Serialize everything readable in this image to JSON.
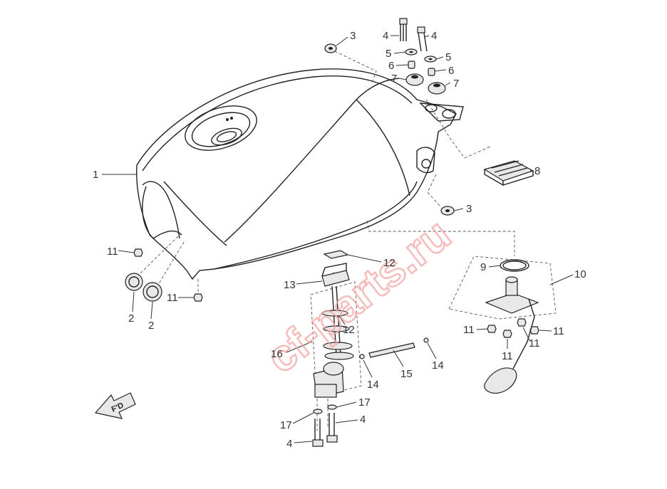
{
  "watermark": "cf-parts.ru",
  "direction_arrow": "F'D",
  "callouts": [
    {
      "id": "c1",
      "text": "1"
    },
    {
      "id": "c2a",
      "text": "2"
    },
    {
      "id": "c2b",
      "text": "2"
    },
    {
      "id": "c3a",
      "text": "3"
    },
    {
      "id": "c3b",
      "text": "3"
    },
    {
      "id": "c4a",
      "text": "4"
    },
    {
      "id": "c4b",
      "text": "4"
    },
    {
      "id": "c4c",
      "text": "4"
    },
    {
      "id": "c4d",
      "text": "4"
    },
    {
      "id": "c5a",
      "text": "5"
    },
    {
      "id": "c5b",
      "text": "5"
    },
    {
      "id": "c6a",
      "text": "6"
    },
    {
      "id": "c6b",
      "text": "6"
    },
    {
      "id": "c7a",
      "text": "7"
    },
    {
      "id": "c7b",
      "text": "7"
    },
    {
      "id": "c8",
      "text": "8"
    },
    {
      "id": "c9",
      "text": "9"
    },
    {
      "id": "c10",
      "text": "10"
    },
    {
      "id": "c11a",
      "text": "11"
    },
    {
      "id": "c11b",
      "text": "11"
    },
    {
      "id": "c11c",
      "text": "11"
    },
    {
      "id": "c11d",
      "text": "11"
    },
    {
      "id": "c11e",
      "text": "11"
    },
    {
      "id": "c11f",
      "text": "11"
    },
    {
      "id": "c12a",
      "text": "12"
    },
    {
      "id": "c12b",
      "text": "12"
    },
    {
      "id": "c13",
      "text": "13"
    },
    {
      "id": "c14a",
      "text": "14"
    },
    {
      "id": "c14b",
      "text": "14"
    },
    {
      "id": "c15",
      "text": "15"
    },
    {
      "id": "c16",
      "text": "16"
    },
    {
      "id": "c17a",
      "text": "17"
    },
    {
      "id": "c17b",
      "text": "17"
    }
  ]
}
